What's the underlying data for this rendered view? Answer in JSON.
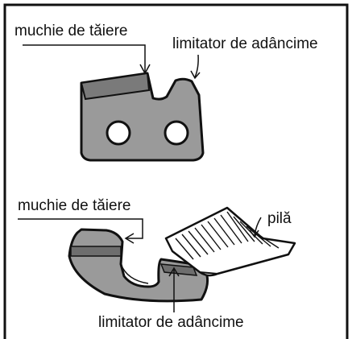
{
  "diagram": {
    "top": {
      "cutting_edge_label": "muchie de tăiere",
      "depth_gauge_label": "limitator de adâncime"
    },
    "bottom": {
      "cutting_edge_label": "muchie de tăiere",
      "file_label": "pilă",
      "depth_gauge_label": "limitator de adâncime"
    },
    "colors": {
      "metal": "#9a9a9a",
      "edge_dark": "#6e6e6e",
      "outline": "#111111",
      "file_face": "#e8e8e8",
      "background": "#ffffff"
    }
  }
}
